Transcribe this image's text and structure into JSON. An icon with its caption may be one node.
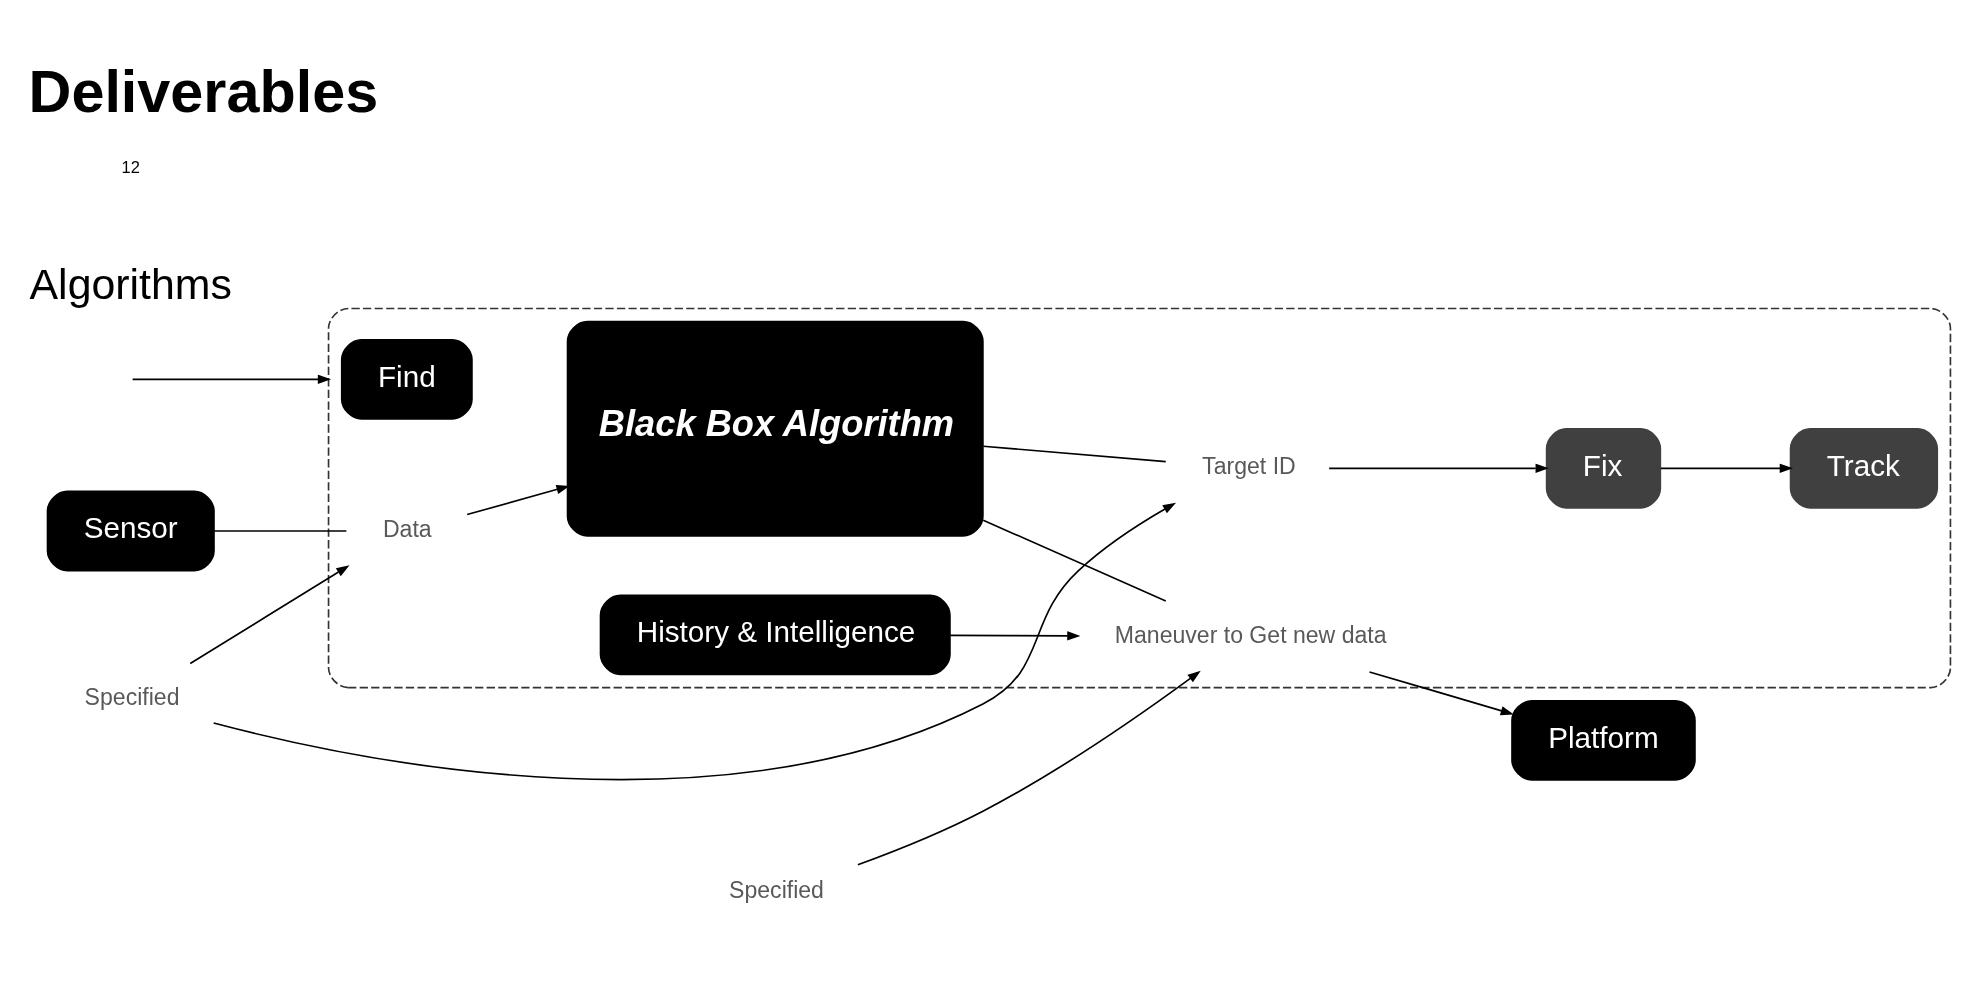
{
  "diagram": {
    "title": "Deliverables",
    "nodes": [
      {
        "text": [],
        "shape": "box"
      },
      {
        "text": [
          "Find"
        ],
        "in": 0
      },
      {
        "text": [
          "Sensor"
        ]
      },
      {
        "text": [
          "Data"
        ],
        "in": 0
      },
      {
        "text": [
          "Black Box Algorithm"
        ],
        "in": 0
      },
      {
        "text": [
          "Maneuver to Get new data"
        ],
        "in": 0
      },
      {
        "text": [
          "Platform"
        ]
      },
      {
        "text": [
          "Target ID"
        ],
        "in": 0
      },
      {
        "text": [
          "Specified"
        ]
      },
      {
        "text": [
          "History & Intelligence"
        ],
        "in": 0
      },
      {
        "text": [
          "Fix"
        ],
        "in": 0
      },
      {
        "text": [
          "Track"
        ],
        "in": 0
      },
      {
        "text": [
          "Specified"
        ]
      }
    ],
    "edges": [
      {
        "from": 2,
        "to": 3,
        "arrow": "none"
      },
      {
        "from": 3,
        "to": 4,
        "arrow": "to"
      },
      {
        "from": 4,
        "to": 5,
        "arrow": "none"
      },
      {
        "from": 5,
        "to": 6,
        "arrow": "to"
      },
      {
        "from": 4,
        "to": 7,
        "arrow": "none"
      },
      {
        "from": 7,
        "to": 10,
        "arrow": "to"
      },
      {
        "from": 10,
        "to": 11,
        "arrow": "to"
      },
      {
        "from": 8,
        "to": 3,
        "arrow": "to"
      },
      {
        "from": 8,
        "to": 7,
        "arrow": "to"
      },
      {
        "from": 12,
        "to": 5,
        "arrow": "to"
      },
      {
        "from": 9,
        "to": 5,
        "arrow": "to"
      },
      {
        "from": null,
        "to": 0,
        "arrow": "to"
      }
    ],
    "labels": [
      "Algorithms",
      "12"
    ]
  }
}
